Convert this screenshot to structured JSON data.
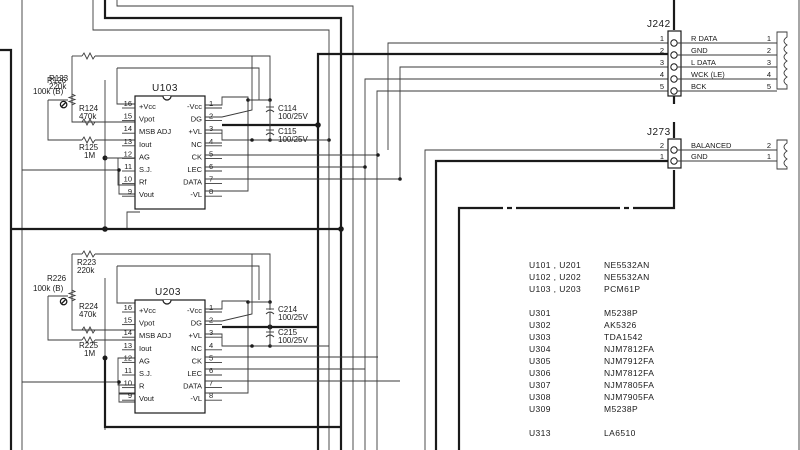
{
  "diagram": {
    "type": "circuit-schematic",
    "ic_blocks": [
      {
        "ref": "U103",
        "left_pins": [
          {
            "num": "16",
            "name": "+Vcc"
          },
          {
            "num": "15",
            "name": "Vpot"
          },
          {
            "num": "14",
            "name": "MSB ADJ"
          },
          {
            "num": "13",
            "name": "Iout"
          },
          {
            "num": "12",
            "name": "AG"
          },
          {
            "num": "11",
            "name": "S.J."
          },
          {
            "num": "10",
            "name": "Rf"
          },
          {
            "num": "9",
            "name": "Vout"
          }
        ],
        "right_pins": [
          {
            "num": "1",
            "name": "-Vcc"
          },
          {
            "num": "2",
            "name": "DG"
          },
          {
            "num": "3",
            "name": "+VL"
          },
          {
            "num": "4",
            "name": "NC"
          },
          {
            "num": "5",
            "name": "CK"
          },
          {
            "num": "6",
            "name": "LEC"
          },
          {
            "num": "7",
            "name": "DATA"
          },
          {
            "num": "8",
            "name": "-VL"
          }
        ],
        "resistors": [
          {
            "ref": "R123",
            "value": "220k"
          },
          {
            "ref": "R124",
            "value": "470k"
          },
          {
            "ref": "R125",
            "value": "1M"
          }
        ],
        "pot": {
          "ref": "R126",
          "value": "100k (B)"
        },
        "caps": [
          {
            "ref": "C114",
            "value": "100/25V"
          },
          {
            "ref": "C115",
            "value": "100/25V"
          }
        ]
      },
      {
        "ref": "U203",
        "left_pins": [
          {
            "num": "16",
            "name": "+Vcc"
          },
          {
            "num": "15",
            "name": "Vpot"
          },
          {
            "num": "14",
            "name": "MSB ADJ"
          },
          {
            "num": "13",
            "name": "Iout"
          },
          {
            "num": "12",
            "name": "AG"
          },
          {
            "num": "11",
            "name": "S.J."
          },
          {
            "num": "10",
            "name": "R"
          },
          {
            "num": "9",
            "name": "Vout"
          }
        ],
        "right_pins": [
          {
            "num": "1",
            "name": "-Vcc"
          },
          {
            "num": "2",
            "name": "DG"
          },
          {
            "num": "3",
            "name": "+VL"
          },
          {
            "num": "4",
            "name": "NC"
          },
          {
            "num": "5",
            "name": "CK"
          },
          {
            "num": "6",
            "name": "LEC"
          },
          {
            "num": "7",
            "name": "DATA"
          },
          {
            "num": "8",
            "name": "-VL"
          }
        ],
        "resistors": [
          {
            "ref": "R223",
            "value": "220k"
          },
          {
            "ref": "R224",
            "value": "470k"
          },
          {
            "ref": "R225",
            "value": "1M"
          }
        ],
        "pot": {
          "ref": "R226",
          "value": "100k (B)"
        },
        "caps": [
          {
            "ref": "C214",
            "value": "100/25V"
          },
          {
            "ref": "C215",
            "value": "100/25V"
          }
        ]
      }
    ],
    "connectors": [
      {
        "ref": "J242",
        "pins": [
          {
            "num": "1",
            "signal": "R DATA"
          },
          {
            "num": "2",
            "signal": "GND"
          },
          {
            "num": "3",
            "signal": "L DATA"
          },
          {
            "num": "4",
            "signal": "WCK (LE)"
          },
          {
            "num": "5",
            "signal": "BCK"
          }
        ]
      },
      {
        "ref": "J273",
        "pins": [
          {
            "num": "2",
            "signal": "BALANCED"
          },
          {
            "num": "1",
            "signal": "GND"
          }
        ]
      }
    ],
    "parts_list": [
      {
        "refs": [
          "U101",
          "U201"
        ],
        "part": "NE5532AN"
      },
      {
        "refs": [
          "U102",
          "U202"
        ],
        "part": "NE5532AN"
      },
      {
        "refs": [
          "U103",
          "U203"
        ],
        "part": "PCM61P"
      },
      {
        "refs": [
          "U301"
        ],
        "part": "M5238P"
      },
      {
        "refs": [
          "U302"
        ],
        "part": "AK5326"
      },
      {
        "refs": [
          "U303"
        ],
        "part": "TDA1542"
      },
      {
        "refs": [
          "U304"
        ],
        "part": "NJM7812FA"
      },
      {
        "refs": [
          "U305"
        ],
        "part": "NJM7912FA"
      },
      {
        "refs": [
          "U306"
        ],
        "part": "NJM7812FA"
      },
      {
        "refs": [
          "U307"
        ],
        "part": "NJM7805FA"
      },
      {
        "refs": [
          "U308"
        ],
        "part": "NJM7905FA"
      },
      {
        "refs": [
          "U309"
        ],
        "part": "M5238P"
      },
      {
        "refs": [
          "U313"
        ],
        "part": "LA6510"
      }
    ],
    "parts_list_display": [
      {
        "ref": "U101 ,  U201",
        "part": "NE5532AN"
      },
      {
        "ref": "U102 ,  U202",
        "part": "NE5532AN"
      },
      {
        "ref": "U103 ,  U203",
        "part": "PCM61P"
      },
      {
        "ref": "U301",
        "part": "M5238P"
      },
      {
        "ref": "U302",
        "part": "AK5326"
      },
      {
        "ref": "U303",
        "part": "TDA1542"
      },
      {
        "ref": "U304",
        "part": "NJM7812FA"
      },
      {
        "ref": "U305",
        "part": "NJM7912FA"
      },
      {
        "ref": "U306",
        "part": "NJM7812FA"
      },
      {
        "ref": "U307",
        "part": "NJM7805FA"
      },
      {
        "ref": "U308",
        "part": "NJM7905FA"
      },
      {
        "ref": "U309",
        "part": "M5238P"
      },
      {
        "ref": "U313",
        "part": "LA6510"
      }
    ]
  }
}
